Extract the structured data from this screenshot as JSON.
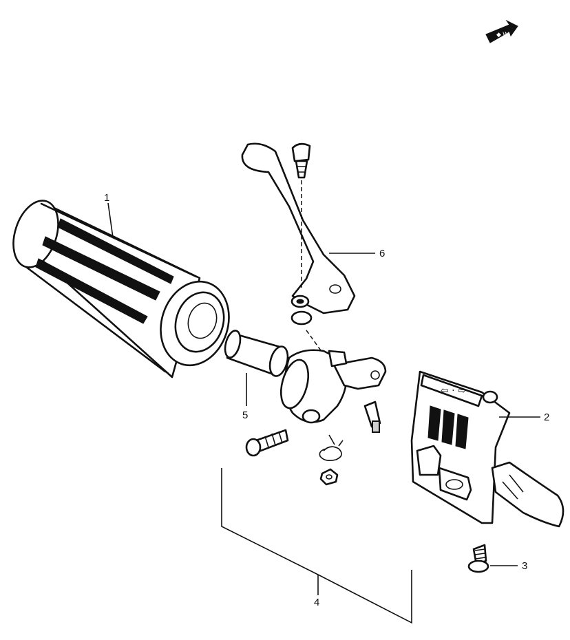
{
  "diagram": {
    "orientation_badge": {
      "icon": "front-direction-arrow-icon"
    },
    "parts": [
      {
        "id": "1",
        "label": "1",
        "name": "grip"
      },
      {
        "id": "2",
        "label": "2",
        "name": "handlebar-switch"
      },
      {
        "id": "3",
        "label": "3",
        "name": "screw"
      },
      {
        "id": "4",
        "label": "4",
        "name": "lever-holder-assembly"
      },
      {
        "id": "5",
        "label": "5",
        "name": "spacer"
      },
      {
        "id": "6",
        "label": "6",
        "name": "lever"
      }
    ]
  }
}
